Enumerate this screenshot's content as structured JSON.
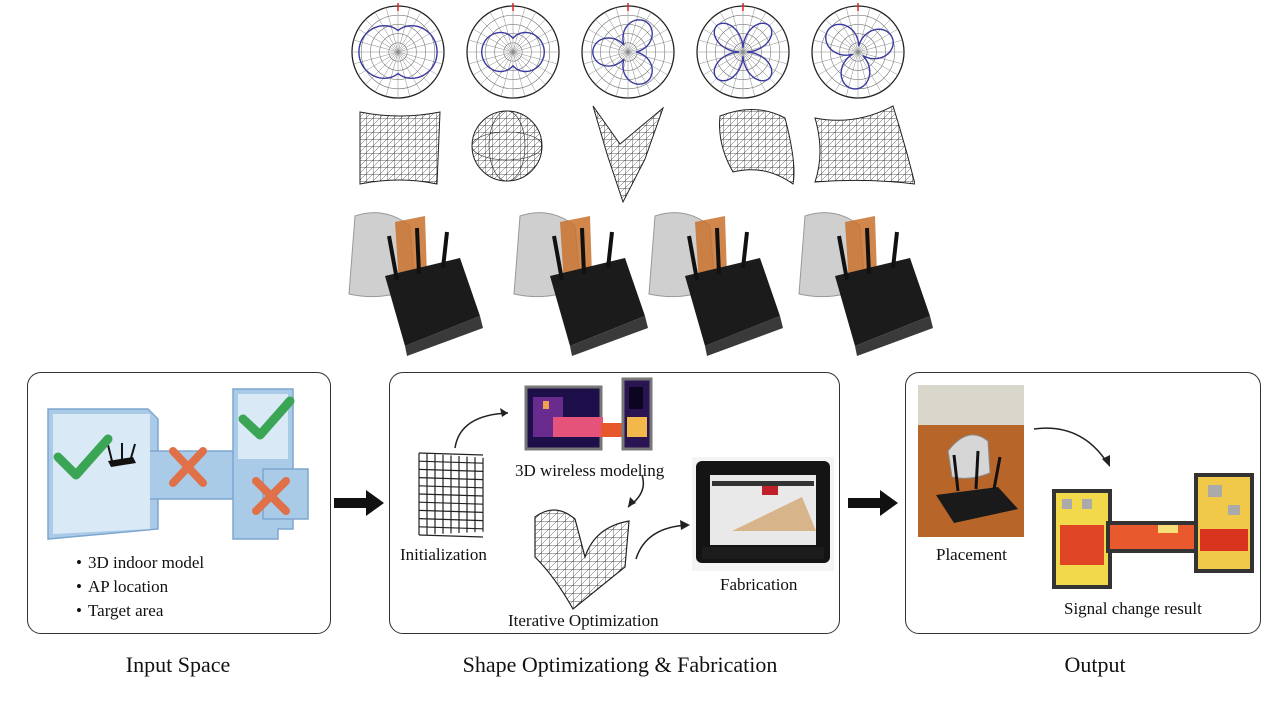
{
  "panels": {
    "input": {
      "bullets": [
        "3D indoor model",
        "AP location",
        "Target area"
      ],
      "caption": "Input Space"
    },
    "optimization": {
      "initialization": "Initialization",
      "modeling": "3D wireless modeling",
      "iterative": "Iterative Optimization",
      "fabrication": "Fabrication",
      "caption": "Shape Optimizationg & Fabrication"
    },
    "output": {
      "placement": "Placement",
      "result": "Signal change result",
      "caption": "Output"
    }
  },
  "colors": {
    "check": "#3aa655",
    "cross": "#e07048",
    "room": "#a9cbe8",
    "pattern": "#3a3aa0"
  }
}
